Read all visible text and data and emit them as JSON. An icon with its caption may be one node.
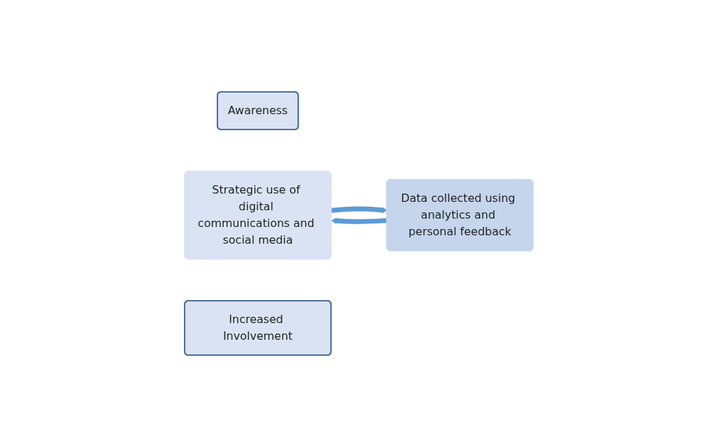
{
  "diagram": {
    "nodes": [
      {
        "text": [
          "Awareness"
        ]
      },
      {
        "text": [
          "Strategic use of digital communications and social media"
        ]
      },
      {
        "text": [
          "Data collected using analytics and personal feedback"
        ]
      },
      {
        "text": [
          "Increased Involvement"
        ]
      }
    ],
    "edges": [
      {
        "from": 1,
        "to": 2,
        "arrow": "to"
      },
      {
        "from": 2,
        "to": 1,
        "arrow": "to"
      }
    ]
  }
}
